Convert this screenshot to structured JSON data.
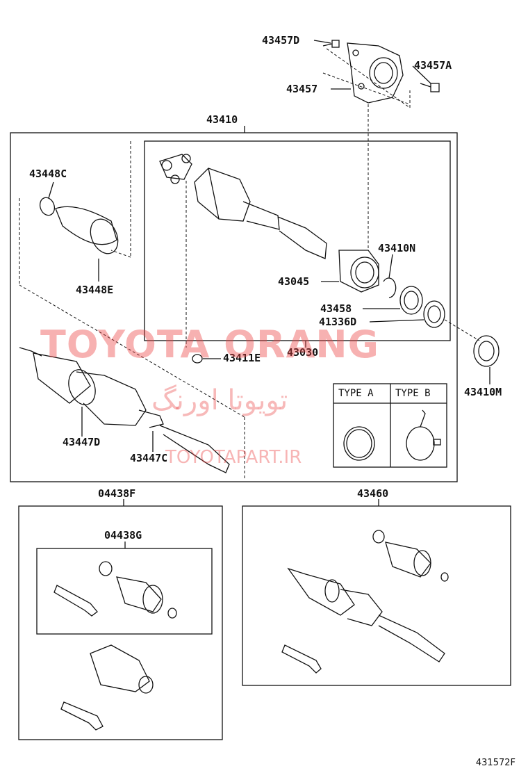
{
  "labels": {
    "p43457D": "43457D",
    "p43457A": "43457A",
    "p43457": "43457",
    "p43410": "43410",
    "p43448C": "43448C",
    "p43448E": "43448E",
    "p43410N": "43410N",
    "p43045": "43045",
    "p43458": "43458",
    "p41336D": "41336D",
    "p43030": "43030",
    "p43411E": "43411E",
    "p43410M": "43410M",
    "p43447D": "43447D",
    "p43447C": "43447C",
    "p04438F": "04438F",
    "p04438G": "04438G",
    "p43460": "43460"
  },
  "types": {
    "type_a": "TYPE A",
    "type_b": "TYPE B"
  },
  "watermark": {
    "main": "TOYOTA ORANG",
    "persian": "تویوتا اورنگ",
    "url": "TOYOTAPART.IR"
  },
  "reference_code": "431572F",
  "colors": {
    "line": "#111111",
    "watermark": "#e84a4a"
  }
}
